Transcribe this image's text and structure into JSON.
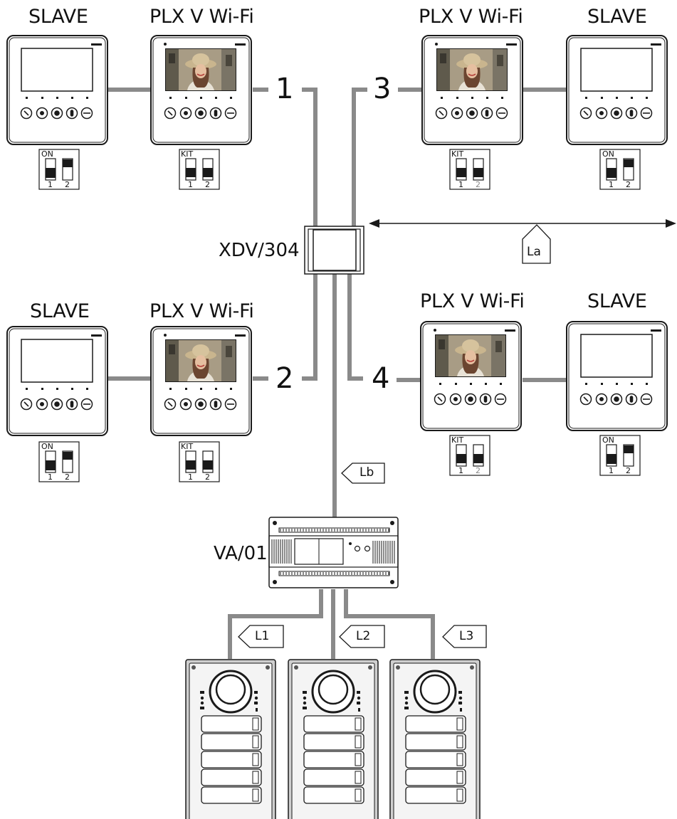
{
  "monitors": {
    "top_left_slave": {
      "title": "SLAVE",
      "dip_label": "ON",
      "dip_numbers": [
        "1",
        "2"
      ]
    },
    "top_left_plx": {
      "title": "PLX V Wi-Fi",
      "dip_label": "KIT",
      "dip_numbers": [
        "1",
        "2"
      ]
    },
    "top_right_plx": {
      "title": "PLX V Wi-Fi",
      "dip_label": "KIT",
      "dip_numbers": [
        "1",
        "2"
      ]
    },
    "top_right_slave": {
      "title": "SLAVE",
      "dip_label": "ON",
      "dip_numbers": [
        "1",
        "2"
      ]
    },
    "bottom_left_slave": {
      "title": "SLAVE",
      "dip_label": "ON",
      "dip_numbers": [
        "1",
        "2"
      ]
    },
    "bottom_left_plx": {
      "title": "PLX V Wi-Fi",
      "dip_label": "KIT",
      "dip_numbers": [
        "1",
        "2"
      ]
    },
    "bottom_right_plx": {
      "title": "PLX V Wi-Fi",
      "dip_label": "KIT",
      "dip_numbers": [
        "1",
        "2"
      ]
    },
    "bottom_right_slave": {
      "title": "SLAVE",
      "dip_label": "ON",
      "dip_numbers": [
        "1",
        "2"
      ]
    }
  },
  "line_numbers": [
    "1",
    "2",
    "3",
    "4"
  ],
  "distributor": {
    "label": "XDV/304"
  },
  "power_supply": {
    "label": "VA/01"
  },
  "distance_tags": {
    "la": "La",
    "lb": "Lb",
    "l1": "L1",
    "l2": "L2",
    "l3": "L3"
  },
  "colors": {
    "wire": "#8a8a8a",
    "outline": "#1a1a1a",
    "panel": "#cfcfcf"
  }
}
